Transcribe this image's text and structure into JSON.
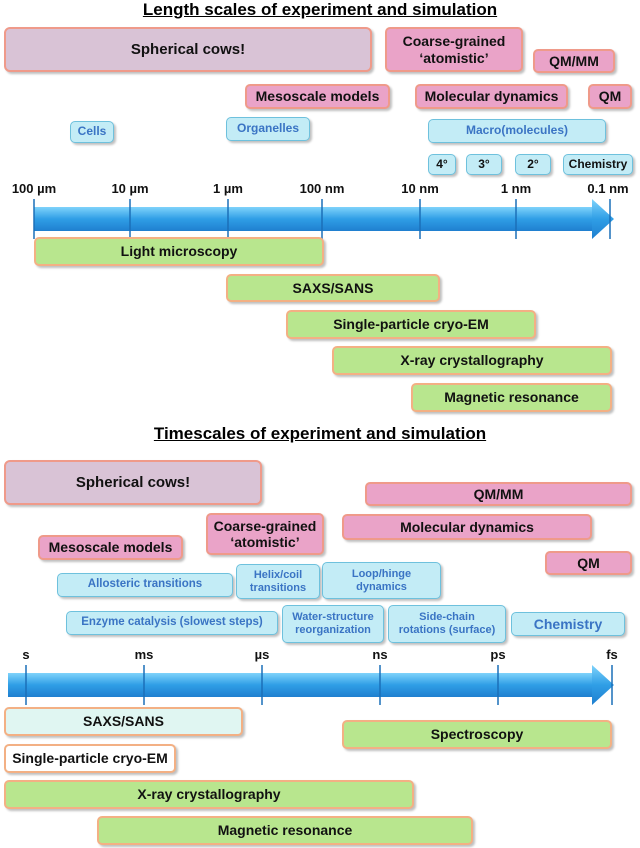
{
  "length": {
    "title": "Length scales of experiment and simulation",
    "ticks": [
      "100 µm",
      "10 µm",
      "1 µm",
      "100 nm",
      "10 nm",
      "1 nm",
      "0.1 nm"
    ],
    "sim": {
      "cows": "Spherical cows!",
      "coarse": "Coarse-grained\n‘atomistic’",
      "qmmm": "QM/MM",
      "meso": "Mesoscale models",
      "md": "Molecular dynamics",
      "qm": "QM"
    },
    "bio": {
      "cells": "Cells",
      "organelles": "Organelles",
      "macro": "Macro(molecules)",
      "q4": "4°",
      "q3": "3°",
      "q2": "2°",
      "chemistry": "Chemistry"
    },
    "exp": {
      "light": "Light microscopy",
      "saxs": "SAXS/SANS",
      "cryo": "Single-particle cryo-EM",
      "xray": "X-ray crystallography",
      "nmr": "Magnetic resonance"
    }
  },
  "time": {
    "title": "Timescales of experiment and simulation",
    "ticks": [
      "s",
      "ms",
      "µs",
      "ns",
      "ps",
      "fs"
    ],
    "sim": {
      "cows": "Spherical cows!",
      "qmmm": "QM/MM",
      "coarse": "Coarse-grained\n‘atomistic’",
      "md": "Molecular dynamics",
      "meso": "Mesoscale models",
      "qm": "QM"
    },
    "bio": {
      "allosteric": "Allosteric transitions",
      "helix": "Helix/coil\ntransitions",
      "loop": "Loop/hinge\ndynamics",
      "enzyme": "Enzyme catalysis (slowest steps)",
      "water": "Water-structure\nreorganization",
      "sidechain": "Side-chain\nrotations (surface)",
      "chemistry": "Chemistry"
    },
    "exp": {
      "saxs": "SAXS/SANS",
      "spectroscopy": "Spectroscopy",
      "cryo": "Single-particle cryo-EM",
      "xray": "X-ray crystallography",
      "nmr": "Magnetic resonance"
    }
  },
  "colors": {
    "arrow": "#2f9ee6",
    "arrow_light": "#5cc2f5",
    "sim_pink": "#eaa3c8",
    "cow_mauve": "#d9c3d6",
    "bio_cyan": "#c3ecf6",
    "exp_green": "#b8e68e",
    "border_orange": "#f3b084"
  }
}
